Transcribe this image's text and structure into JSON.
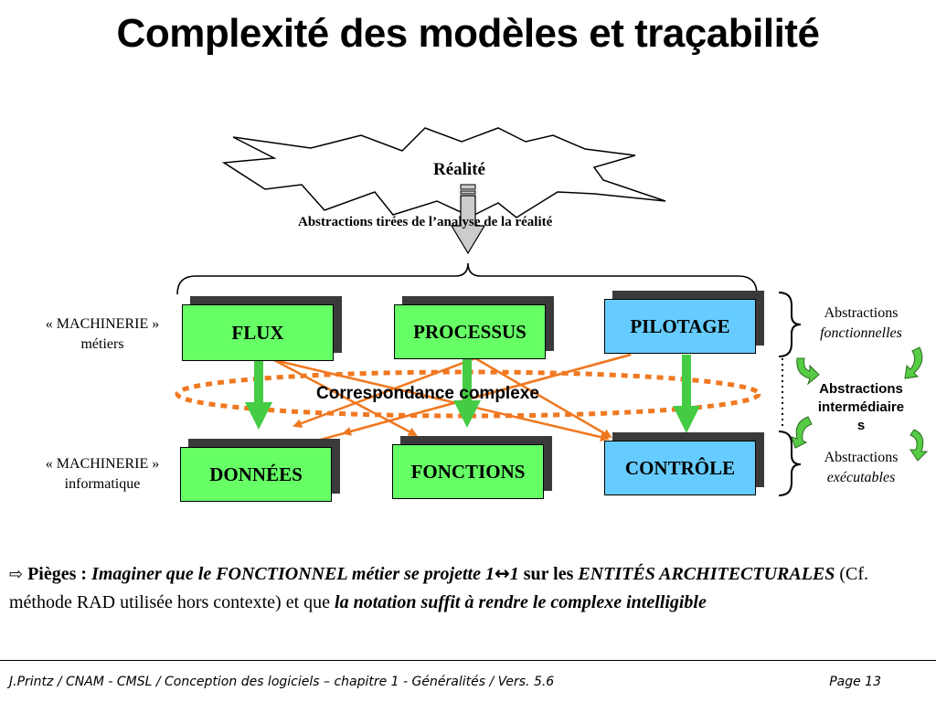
{
  "title": "Complexité des modèles et traçabilité",
  "reality_label": "Réalité",
  "abstractions_caption": "Abstractions tirées de l’analyse de la réalité",
  "machinerie_metiers": {
    "line1": "« MACHINERIE »",
    "line2": "métiers"
  },
  "machinerie_informatique": {
    "line1": "« MACHINERIE »",
    "line2": "informatique"
  },
  "boxes": {
    "flux": "FLUX",
    "processus": "PROCESSUS",
    "pilotage": "PILOTAGE",
    "donnees": "DONNÉES",
    "fonctions": "FONCTIONS",
    "controle": "CONTRÔLE"
  },
  "correspondance": "Correspondance complexe",
  "abstractions_fonctionnelles": {
    "line1": "Abstractions",
    "line2": "fonctionnelles"
  },
  "abstractions_intermediaires": {
    "line1": "Abstractions",
    "line2": "intermédiaire",
    "line3": "s"
  },
  "abstractions_executables": {
    "line1": "Abstractions",
    "line2": "exécutables"
  },
  "pitfall": {
    "icon": "arrow-right-outline-icon",
    "label": "Pièges :",
    "part1": "Imaginer que le FONCTIONNEL métier se projette 1",
    "arrow": "↔",
    "part2": "1",
    "part3": " sur les ",
    "part4": "ENTITÉS ARCHITECTURALES",
    "part5": " (Cf. méthode RAD utilisée hors contexte) et que ",
    "part6": "la notation suffit à rendre le complexe intelligible"
  },
  "footer": {
    "left": "J.Printz / CNAM - CMSL / Conception des logiciels  – chapitre 1 - Généralités / Vers. 5.6",
    "right": "Page 13"
  },
  "colors": {
    "green_box": "#66ff66",
    "blue_box": "#66ccff",
    "orange": "#f07820",
    "green_arrow": "#44cc44"
  }
}
